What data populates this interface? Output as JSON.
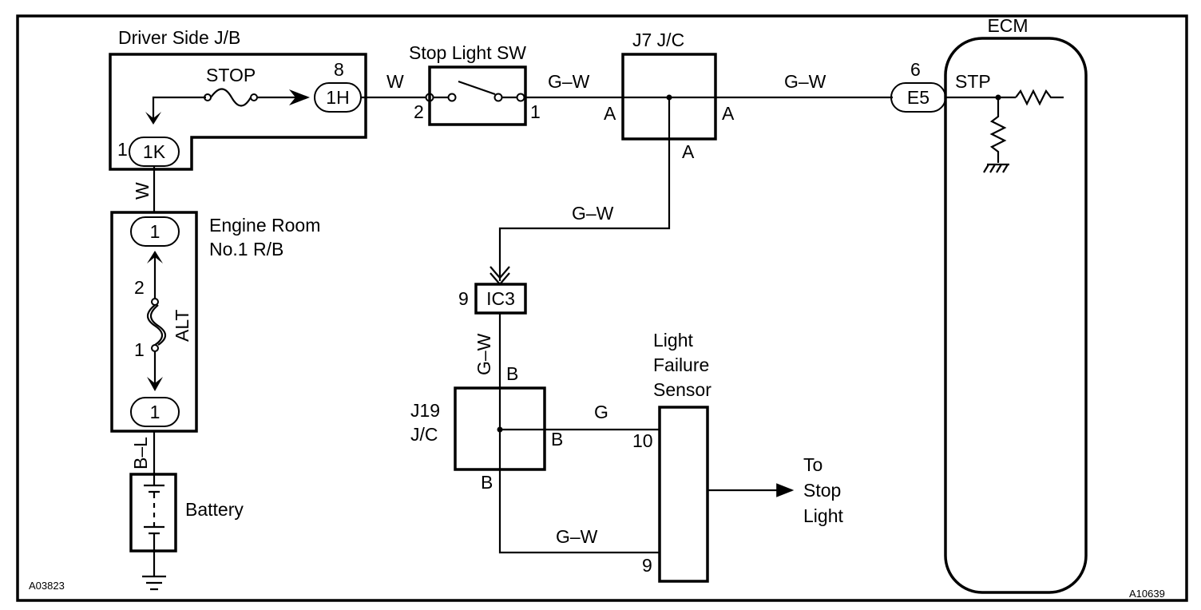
{
  "figure_ids": {
    "left": "A03823",
    "right": "A10639"
  },
  "components": {
    "driver_jb": "Driver Side J/B",
    "stop_fuse": "STOP",
    "stop_light_sw": "Stop Light SW",
    "j7": "J7 J/C",
    "ecm": "ECM",
    "engine_room_rb_line1": "Engine Room",
    "engine_room_rb_line2": "No.1 R/B",
    "alt_fuse": "ALT",
    "battery": "Battery",
    "j19_line1": "J19",
    "j19_line2": "J/C",
    "lfs_line1": "Light",
    "lfs_line2": "Failure",
    "lfs_line3": "Sensor",
    "to_stop_line1": "To",
    "to_stop_line2": "Stop",
    "to_stop_line3": "Light",
    "stp_terminal": "STP"
  },
  "connectors": {
    "c_1h": "1H",
    "c_1k": "1K",
    "c_e5": "E5",
    "c_ic3": "IC3",
    "c_rb_top": "1",
    "c_rb_bottom": "1"
  },
  "pins": {
    "jb_8": "8",
    "jb_1": "1",
    "sw_2": "2",
    "sw_1": "1",
    "j7_a_left": "A",
    "j7_a_right": "A",
    "j7_a_bottom": "A",
    "ecm_6": "6",
    "alt_2": "2",
    "alt_1": "1",
    "ic3_9": "9",
    "j19_b_top": "B",
    "j19_b_right": "B",
    "j19_b_bottom": "B",
    "lfs_10": "10",
    "lfs_9": "9"
  },
  "wires": {
    "w_1h_sw": "W",
    "w_sw_j7": "G–W",
    "w_j7_ecm": "G–W",
    "w_j7_ic3": "G–W",
    "w_1k_rb": "W",
    "w_rb_batt": "B–L",
    "w_ic3_j19": "G–W",
    "w_j19_lfs": "G",
    "w_j19_lfs9": "G–W"
  }
}
